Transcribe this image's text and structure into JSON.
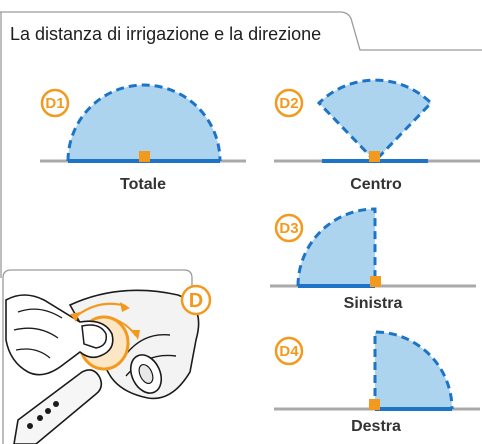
{
  "header": {
    "title": "La distanza di irrigazione e la direzione"
  },
  "colors": {
    "fill": "#add4ef",
    "arc": "#1d74c7",
    "base": "#1d74c7",
    "ground": "#a9a9a9",
    "accent": "#f39a1e",
    "frame": "#9a9a9a"
  },
  "modes": [
    {
      "badge": "D1",
      "caption": "Totale"
    },
    {
      "badge": "D2",
      "caption": "Centro"
    },
    {
      "badge": "D3",
      "caption": "Sinistra"
    },
    {
      "badge": "D4",
      "caption": "Destra"
    }
  ],
  "dial": {
    "badge": "D",
    "icon": "hand-turning-dial-illustration"
  }
}
